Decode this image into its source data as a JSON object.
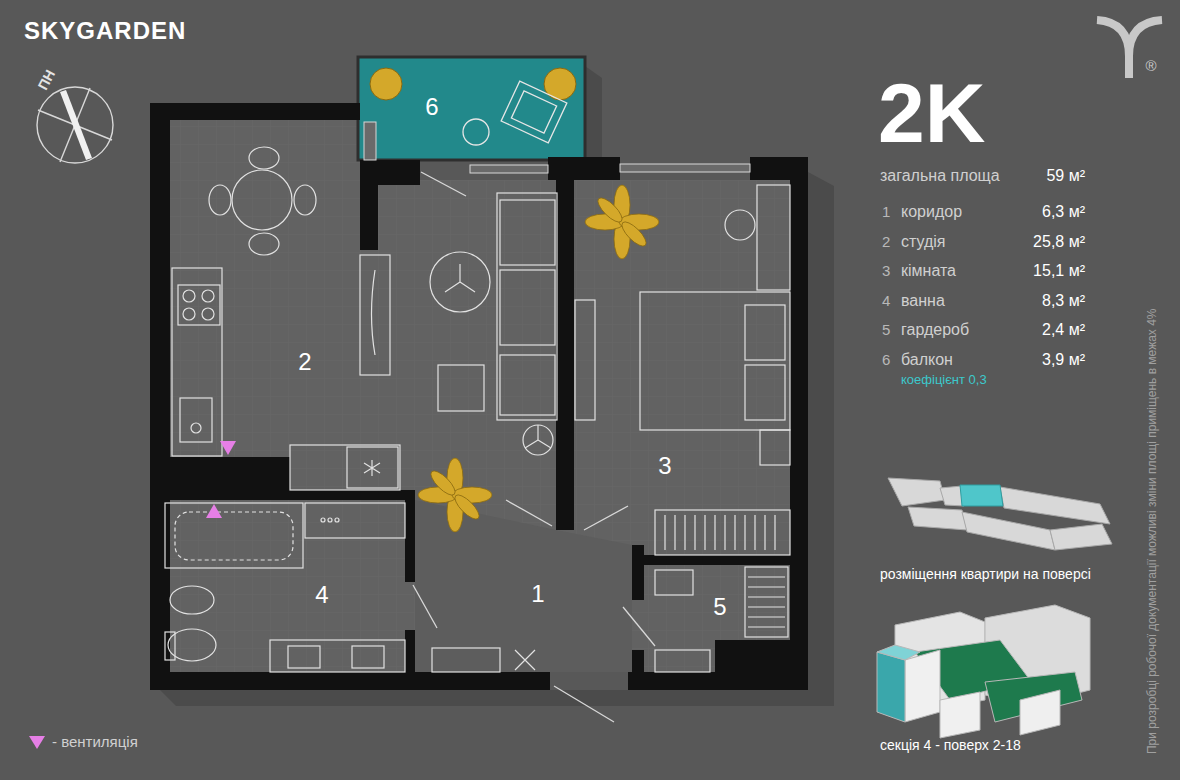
{
  "diagram": {
    "title": "SKYGARDEN",
    "labels": [
      "ПН",
      "®",
      "2K",
      "загальна площа",
      "59 м²",
      "1",
      "коридор",
      "6,3 м²",
      "2",
      "студія",
      "25,8 м²",
      "3",
      "кімната",
      "15,1 м²",
      "4",
      "ванна",
      "8,3 м²",
      "5",
      "гардероб",
      "2,4 м²",
      "6",
      "балкон",
      "3,9 м²",
      "коефіцієнт 0,3",
      "розміщення квартири на поверсі",
      "секція 4 - поверх 2-18",
      "При розробці робочої документації можливі зміни площі приміщень в межах 4%",
      "6",
      "2",
      "3",
      "4",
      "1",
      "5"
    ],
    "legend": [
      {
        "text": "- вентиляція"
      }
    ]
  }
}
